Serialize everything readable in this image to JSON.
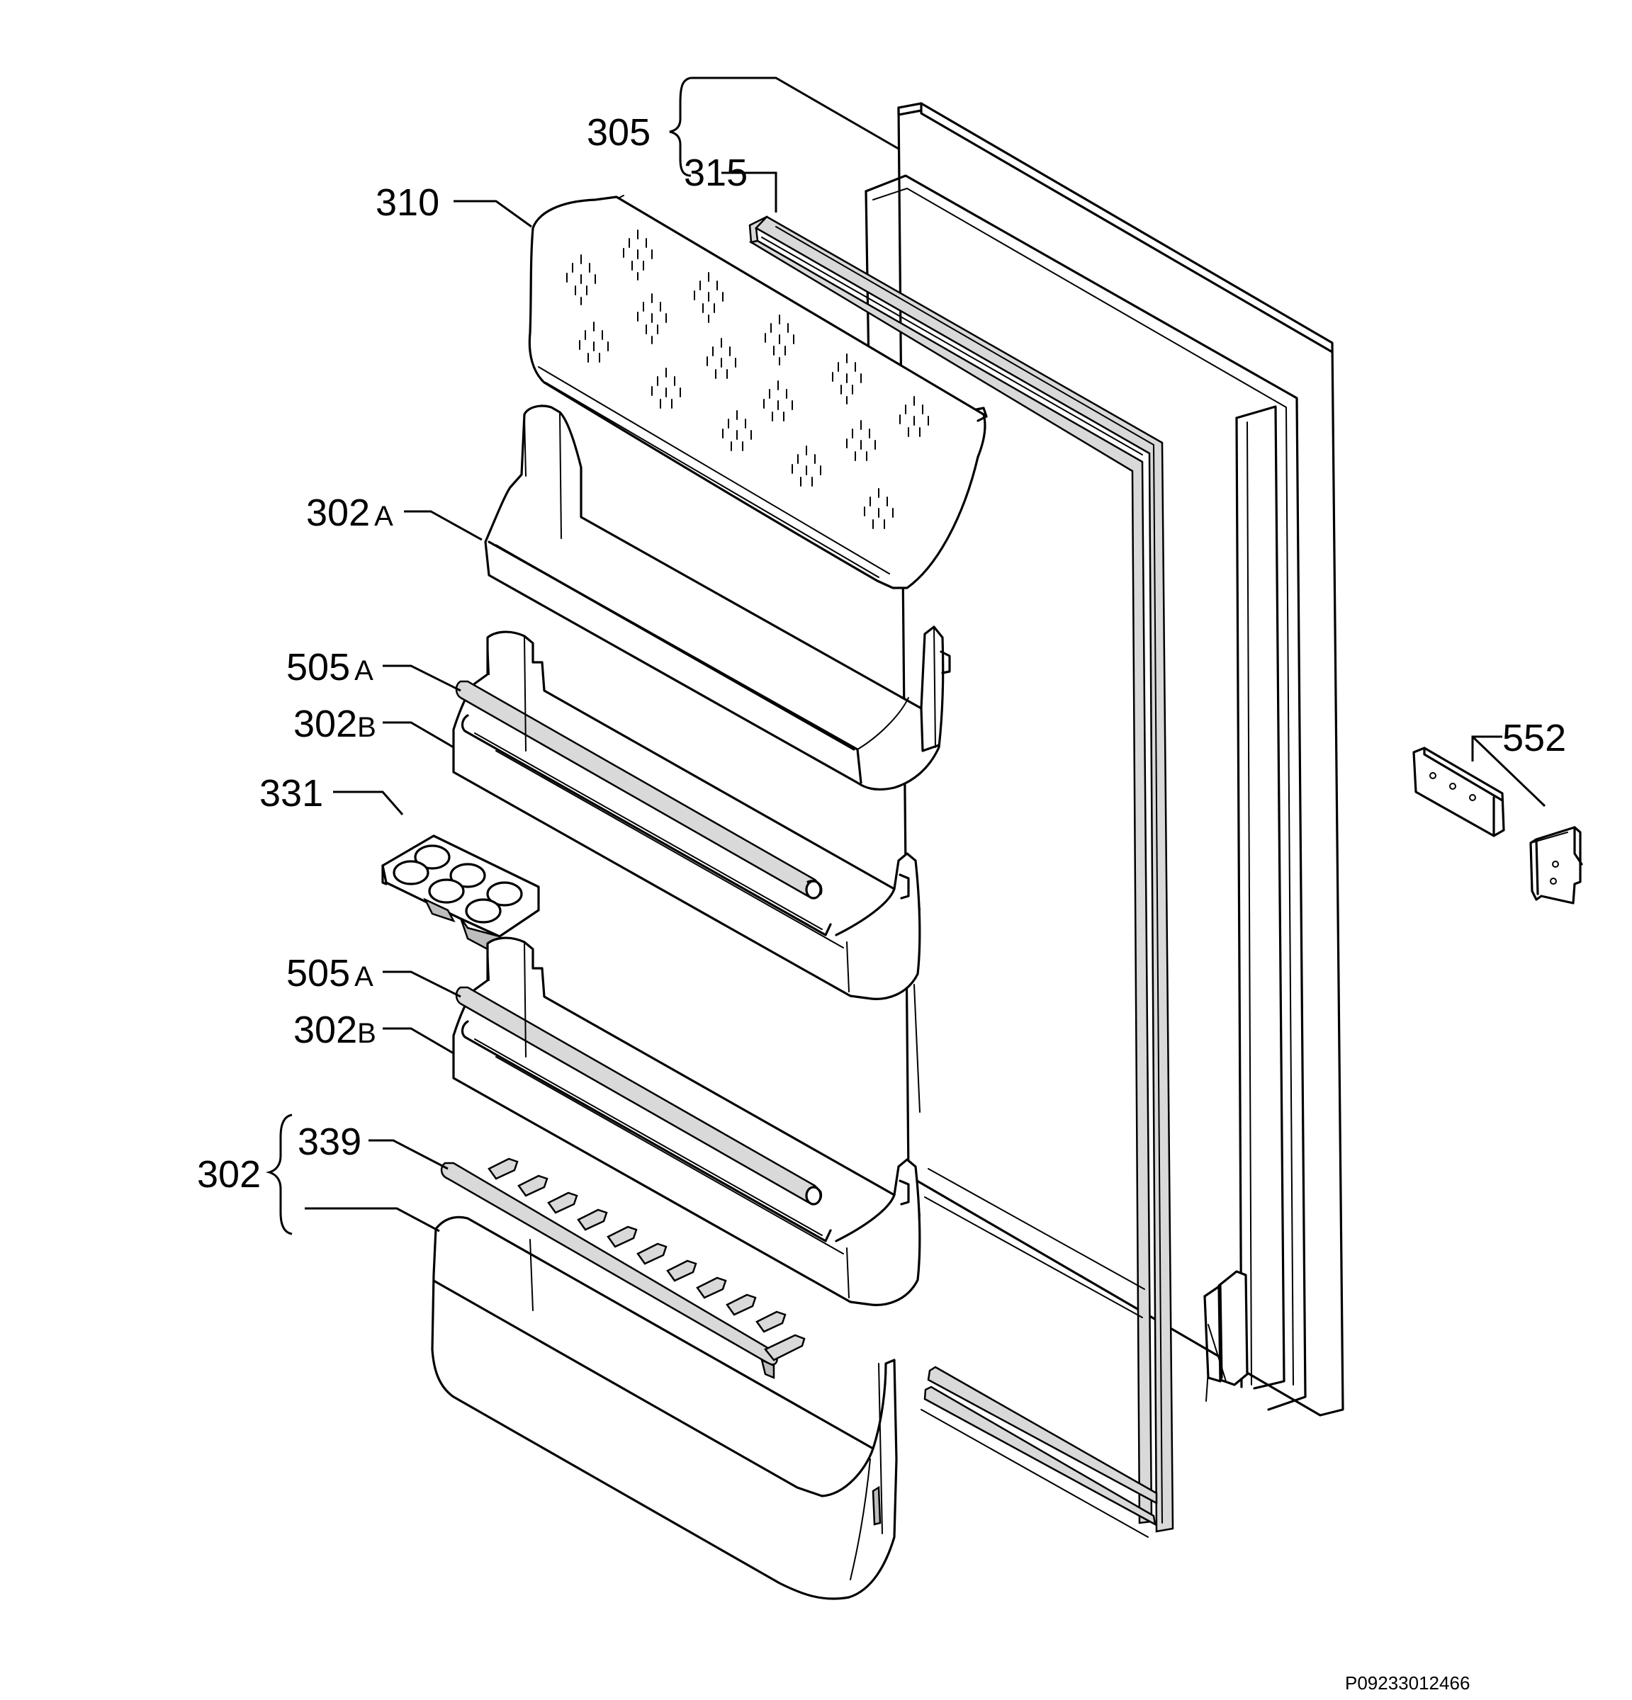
{
  "labels": {
    "l305": "305",
    "l315": "315",
    "l310": "310",
    "l302a_num": "302",
    "l302a_suf": "A",
    "l505a1_num": "505",
    "l505a1_suf": "A",
    "l302b1_num": "302",
    "l302b1_suf": "B",
    "l331": "331",
    "l505a2_num": "505",
    "l505a2_suf": "A",
    "l302b2_num": "302",
    "l302b2_suf": "B",
    "l302": "302",
    "l339": "339",
    "l552": "552"
  },
  "drawing_code": "P09233012466"
}
